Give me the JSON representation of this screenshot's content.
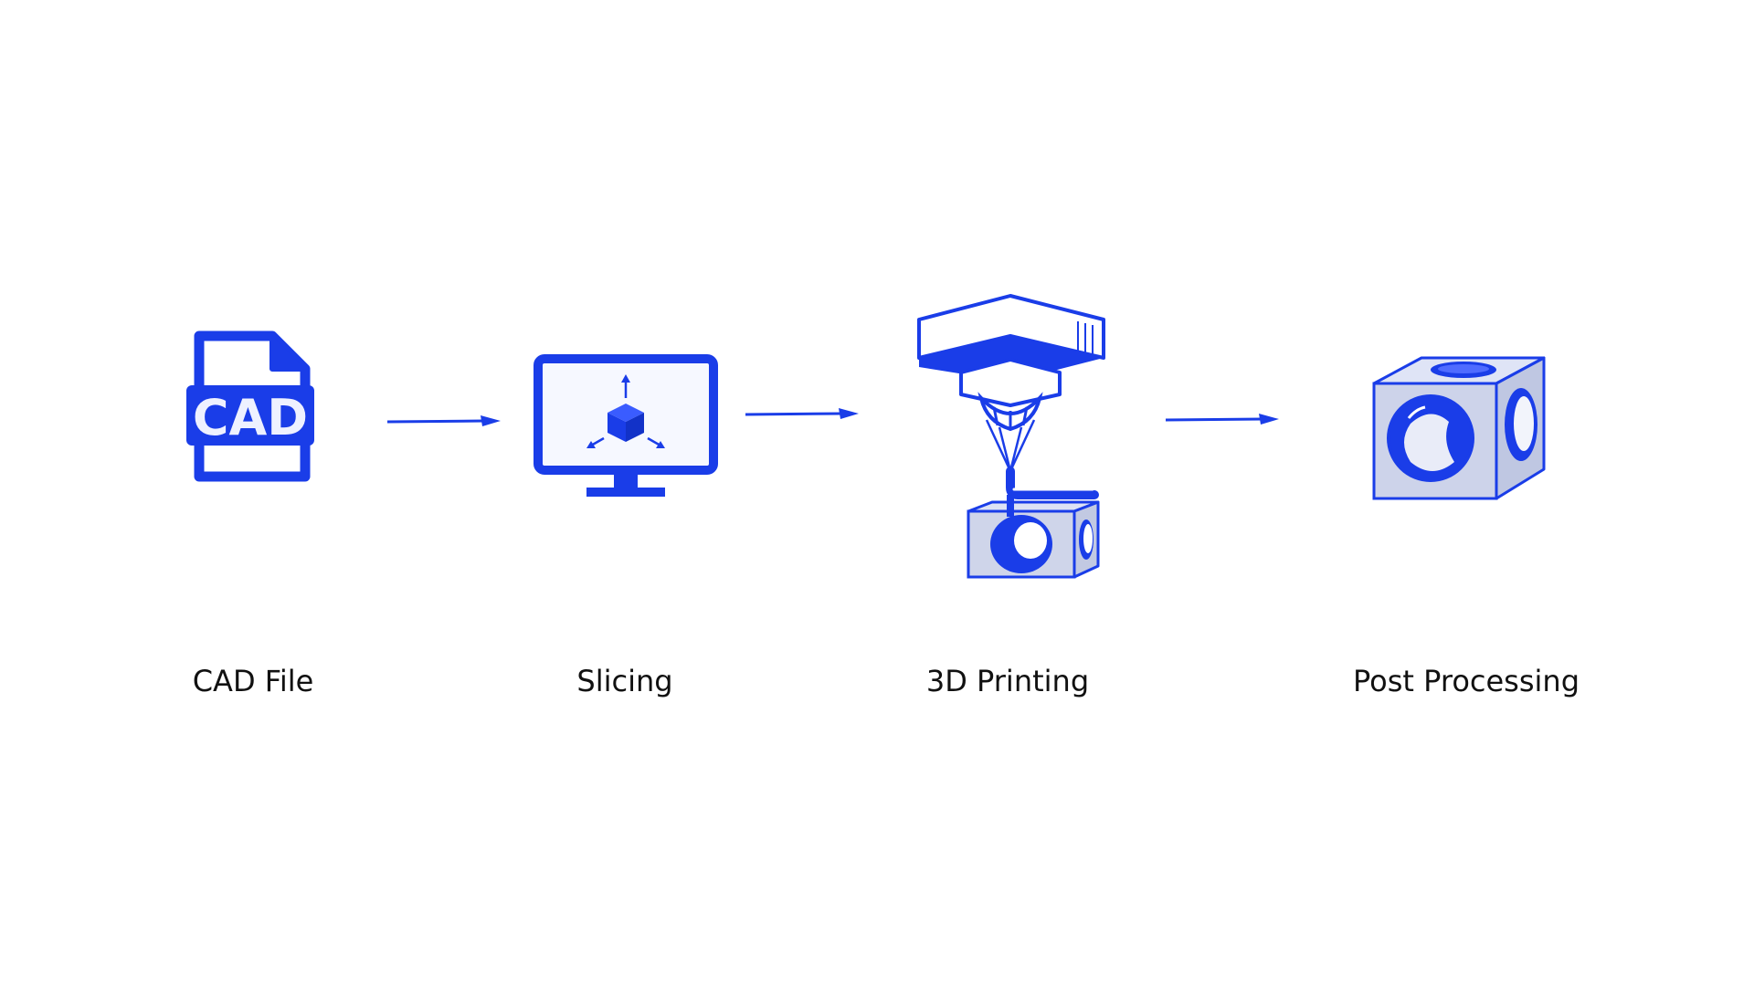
{
  "diagram": {
    "accent_color": "#1a3de8",
    "steps": [
      {
        "label": "CAD File",
        "icon": "cad-file-icon",
        "icon_text": "CAD"
      },
      {
        "label": "Slicing",
        "icon": "monitor-cube-icon"
      },
      {
        "label": "3D Printing",
        "icon": "printer-nozzle-icon"
      },
      {
        "label": "Post Processing",
        "icon": "printed-cube-icon"
      }
    ],
    "connectors": [
      "arrow-right-icon",
      "arrow-right-icon",
      "arrow-right-icon"
    ]
  }
}
